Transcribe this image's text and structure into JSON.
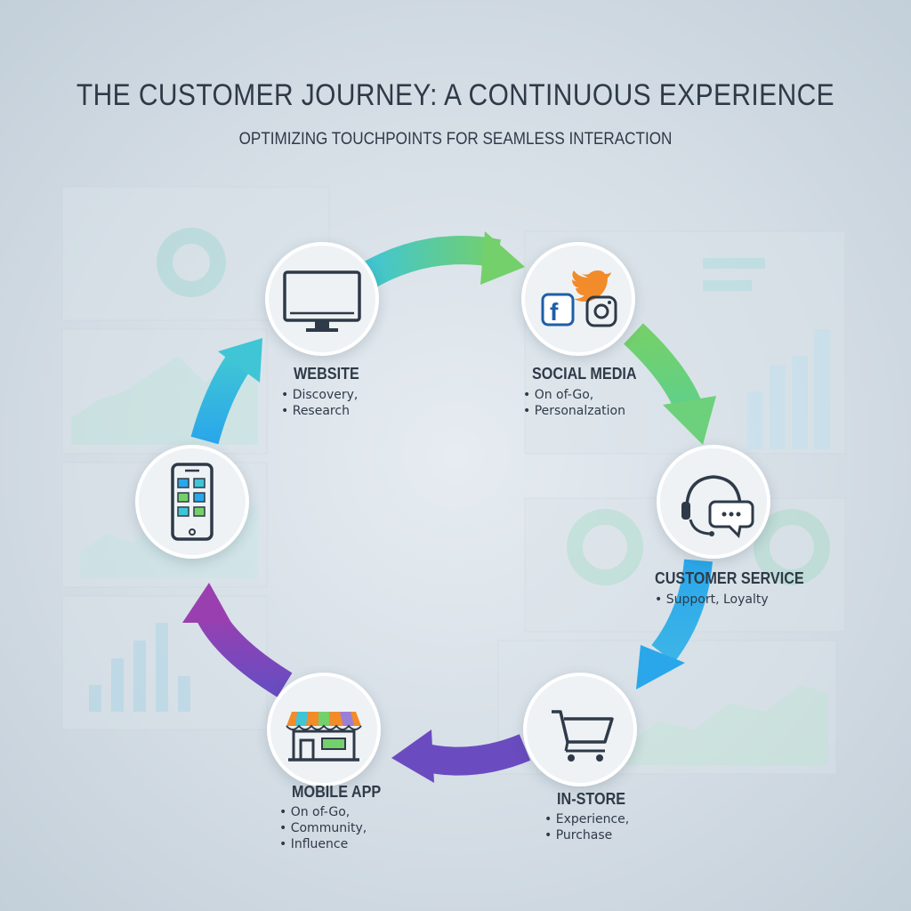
{
  "title": "THE CUSTOMER JOURNEY: A CONTINUOUS EXPERIENCE",
  "subtitle": "OPTIMIZING TOUCHPOINTS FOR SEAMLESS INTERACTION",
  "colors": {
    "teal": "#3fc5d6",
    "green": "#74d06a",
    "blue": "#2aa7ea",
    "purple": "#6a4cc0",
    "magenta": "#9a3fb0",
    "text": "#2f3a48"
  },
  "nodes": [
    {
      "id": "website",
      "label": "WEBSITE",
      "icon": "monitor-icon",
      "bullets": [
        "Discovery,",
        "Research"
      ]
    },
    {
      "id": "social",
      "label": "SOCIAL MEDIA",
      "icon": "social-media-icon",
      "bullets": [
        "On of-Go,",
        "Personalzation"
      ]
    },
    {
      "id": "service",
      "label": "CUSTOMER SERVICE",
      "icon": "headset-icon",
      "bullets": [
        "Support, Loyalty"
      ]
    },
    {
      "id": "instore",
      "label": "IN-STORE",
      "icon": "cart-icon",
      "bullets": [
        "Experience,",
        "Purchase"
      ]
    },
    {
      "id": "mobile",
      "label": "MOBILE APP",
      "icon": "storefront-icon",
      "bullets": [
        "On of-Go,",
        "Community,",
        "Influence"
      ]
    },
    {
      "id": "phone",
      "label": "",
      "icon": "smartphone-icon",
      "bullets": []
    }
  ]
}
